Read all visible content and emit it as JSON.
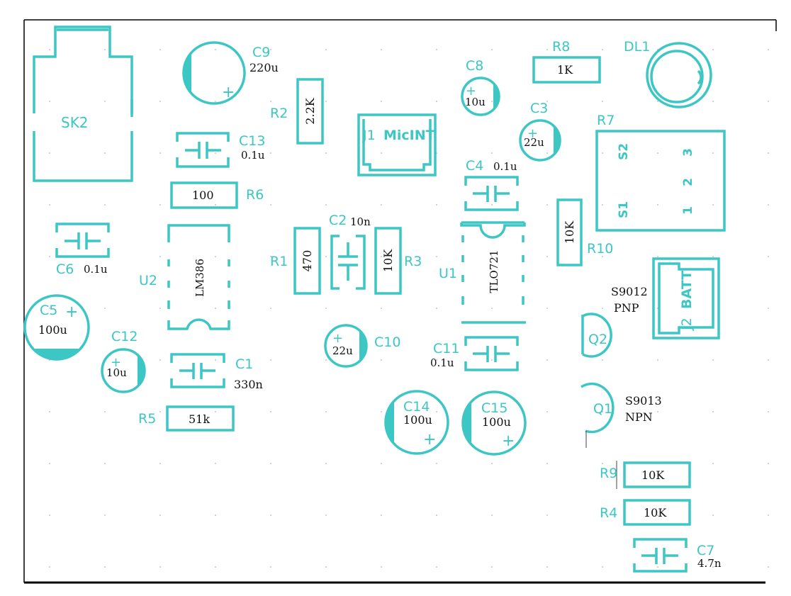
{
  "colors": {
    "silkscreen": "#3cc6c4",
    "value_text": "#111111",
    "background": "#ffffff",
    "frame": "#000000"
  },
  "components": {
    "sk2": {
      "designator": "SK2"
    },
    "c9": {
      "designator": "C9",
      "value": "220u",
      "plus": "+"
    },
    "r2": {
      "designator": "R2",
      "value": "2.2K"
    },
    "j1": {
      "designator": "J1",
      "label": "MicINT"
    },
    "c8": {
      "designator": "C8",
      "value": "10u",
      "plus": "+"
    },
    "r8": {
      "designator": "R8",
      "value": "1K"
    },
    "dl1": {
      "designator": "DL1"
    },
    "c3": {
      "designator": "C3",
      "value": "22u",
      "plus": "+"
    },
    "r7": {
      "designator": "R7",
      "s2": "S2",
      "s1": "S1",
      "p3": "3",
      "p2": "2",
      "p1": "1"
    },
    "c13": {
      "designator": "C13",
      "value": "0.1u"
    },
    "r6": {
      "designator": "R6",
      "value": "100"
    },
    "c4": {
      "designator": "C4",
      "value": "0.1u"
    },
    "c6": {
      "designator": "C6",
      "value": "0.1u"
    },
    "c2": {
      "designator": "C2",
      "value": "10n"
    },
    "r1": {
      "designator": "R1",
      "value": "470"
    },
    "r3": {
      "designator": "R3",
      "value": "10K"
    },
    "u2": {
      "designator": "U2",
      "value": "LM386"
    },
    "u1": {
      "designator": "U1",
      "value": "TLO721"
    },
    "r10": {
      "designator": "R10",
      "value": "10K"
    },
    "j2": {
      "designator": "J2",
      "label": "BATT"
    },
    "q2": {
      "designator": "Q2",
      "part": "S9012",
      "type": "PNP"
    },
    "c5": {
      "designator": "C5",
      "value": "100u",
      "plus": "+"
    },
    "c12": {
      "designator": "C12",
      "value": "10u",
      "plus": "+"
    },
    "c10": {
      "designator": "C10",
      "value": "22u",
      "plus": "+"
    },
    "c11": {
      "designator": "C11",
      "value": "0.1u"
    },
    "c1": {
      "designator": "C1",
      "value": "330n"
    },
    "q1": {
      "designator": "Q1",
      "part": "S9013",
      "type": "NPN"
    },
    "c14": {
      "designator": "C14",
      "value": "100u",
      "plus": "+"
    },
    "c15": {
      "designator": "C15",
      "value": "100u",
      "plus": "+"
    },
    "r5": {
      "designator": "R5",
      "value": "51k"
    },
    "r9": {
      "designator": "R9",
      "value": "10K"
    },
    "r4": {
      "designator": "R4",
      "value": "10K"
    },
    "c7": {
      "designator": "C7",
      "value": "4.7n"
    }
  }
}
